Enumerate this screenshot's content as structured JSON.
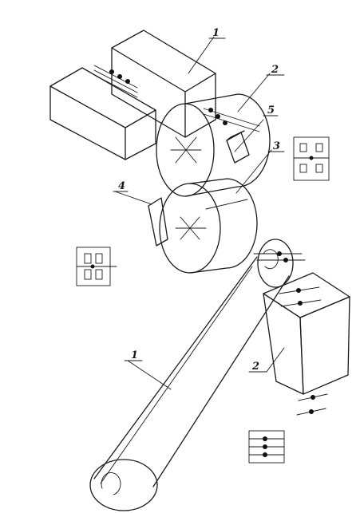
{
  "labels": {
    "crusher_frame": "1",
    "upper_roll": "2",
    "roll_insert": "5",
    "lower_roll": "3",
    "drive_unit": "4",
    "conveyor": "1",
    "hopper": "2"
  },
  "colors": {
    "ink": "#1a1a1a",
    "background": "#ffffff"
  }
}
